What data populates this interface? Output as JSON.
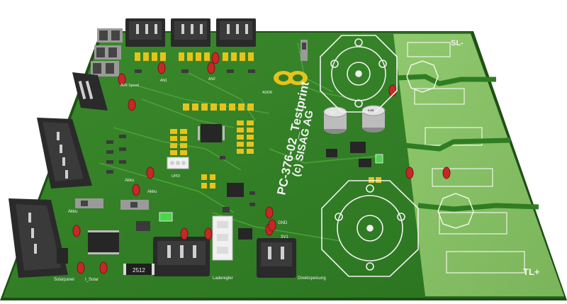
{
  "board": {
    "title": "PC-376-02_Testprint",
    "copyright": "(c) SISAG AG"
  },
  "pads": {
    "sl_minus": "SL-",
    "tl_plus": "TL+"
  },
  "silkscreen": {
    "gnd": "GND",
    "v3": "3V1",
    "laderegler": "Laderegler",
    "direktspeisung": "Direktspeisung",
    "solarpanel": "Solarpanel",
    "i_solar": "I_Solar",
    "akku_top": "Akku",
    "akku_mid": "Akku",
    "akku_low": "Akku",
    "updi": "UPDI",
    "ain1": "AN1",
    "ain2": "AN2",
    "addr": "ADDR",
    "avr_speed": "AVR Speed",
    "resistor_code": "2512",
    "cap1": "MU",
    "cap2": "NR"
  },
  "colors": {
    "pcb": "#2f7d22",
    "pcb_light": "#4a9e38",
    "pcb_edge": "#1f4f16",
    "copper_pour": "#8cc46a",
    "pad": "#e8c21a",
    "connector": "#2a2a2a",
    "silk": "#f2f2f2",
    "red_comp": "#c62828"
  }
}
